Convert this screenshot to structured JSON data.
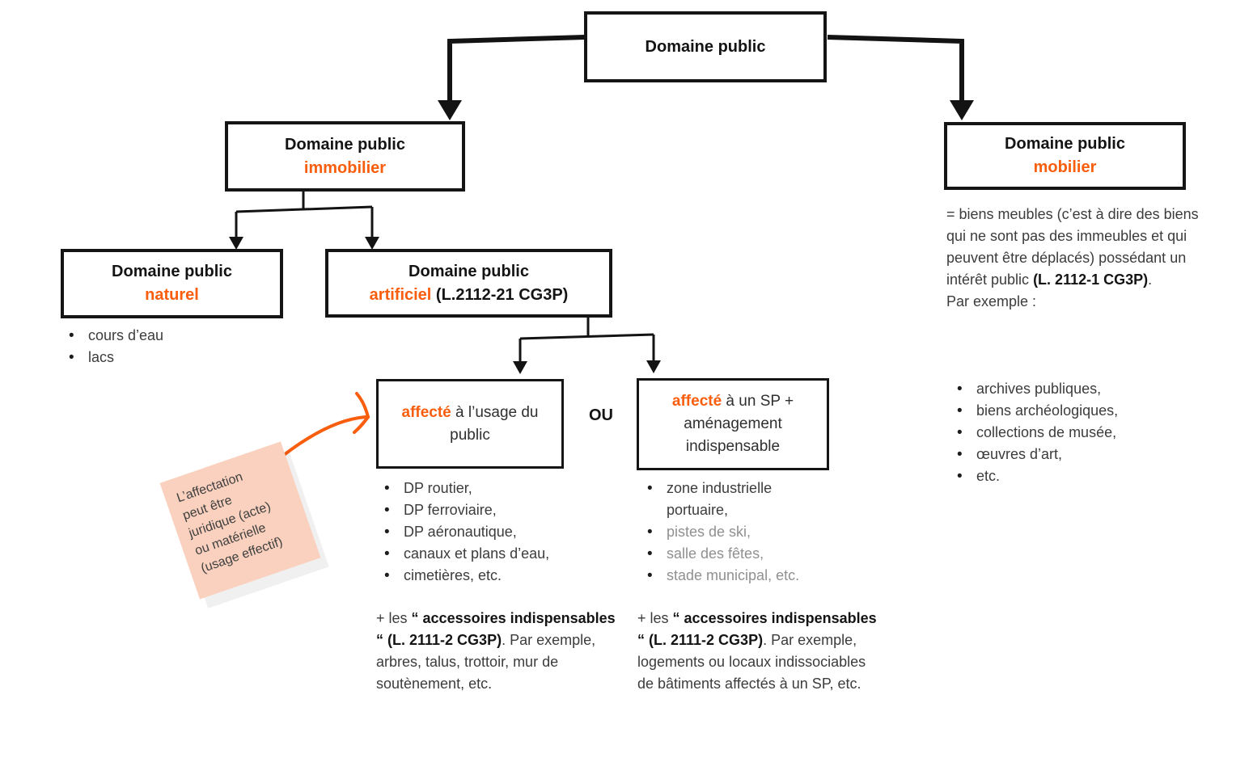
{
  "colors": {
    "accent": "#f95d0e",
    "ink": "#141414",
    "body": "#3c3c3c",
    "muted": "#909090",
    "note-bg": "#fad1be"
  },
  "boxes": {
    "root": {
      "title": "Domaine public"
    },
    "immobilier": {
      "line1": "Domaine public",
      "accent": "immobilier"
    },
    "mobilier": {
      "line1": "Domaine public",
      "accent": "mobilier"
    },
    "naturel": {
      "line1": "Domaine public",
      "accent": "naturel"
    },
    "artificiel": {
      "line1": "Domaine public",
      "accent": "artificiel",
      "rest": " (L.2112-21 CG3P)"
    },
    "affecte_usage": {
      "accent": "affecté",
      "rest": " à l’usage du public"
    },
    "affecte_sp": {
      "accent": "affecté",
      "rest": " à un SP + aménagement indispensable"
    }
  },
  "or_label": "OU",
  "naturel_list": {
    "items": [
      "cours d’eau",
      "lacs"
    ]
  },
  "usage_list": {
    "items": [
      "DP routier,",
      "DP ferroviaire,",
      "DP aéronautique,",
      "canaux et plans d’eau,",
      "cimetières, etc."
    ]
  },
  "sp_list": {
    "items": [
      "zone industrielle portuaire,",
      "pistes de ski,",
      "salle des fêtes,",
      "stade municipal, etc."
    ]
  },
  "usage_accessoires": {
    "prefix": "+ les ",
    "bold": "“ accessoires indispensables “ (L. 2111-2 CG3P)",
    "suffix": ". Par exemple, arbres, talus, trottoir, mur de soutènement, etc."
  },
  "sp_accessoires": {
    "prefix": "+ les ",
    "bold": "“ accessoires indispensables “ (L. 2111-2 CG3P)",
    "suffix": ". Par exemple, logements ou locaux indissociables de bâtiments affectés à un SP, etc."
  },
  "mobilier_desc": {
    "text_before_bold": "= biens meubles (c’est à dire des biens qui ne sont pas des immeubles et qui peuvent être déplacés) possédant un intérêt public ",
    "bold": "(L. 2112-1 CG3P)",
    "text_after_bold": ".",
    "example_label": "Par exemple :"
  },
  "mobilier_list": {
    "items": [
      "archives publiques,",
      "biens archéologiques,",
      "collections de musée,",
      "œuvres d’art,",
      "etc."
    ]
  },
  "sticky_note": {
    "lines": [
      "L’affectation",
      "peut être",
      "juridique (acte)",
      "ou matérielle",
      "(usage effectif)"
    ]
  }
}
